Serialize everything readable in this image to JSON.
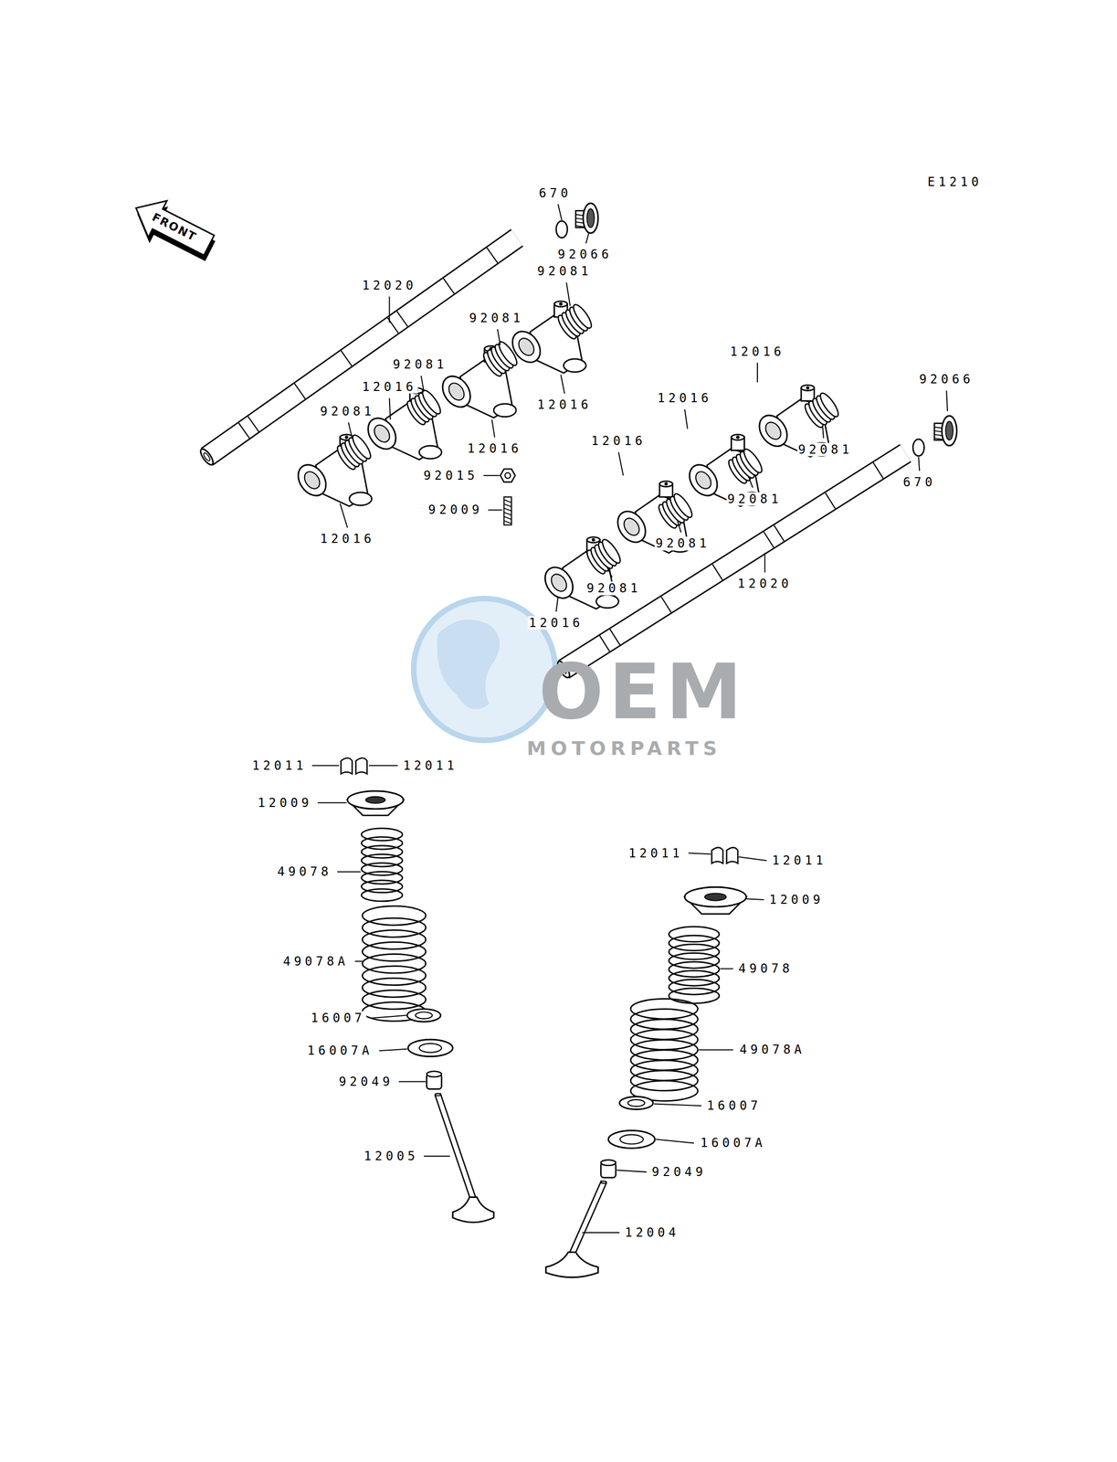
{
  "diagram": {
    "labels": [
      "E1210",
      "FRONT",
      "670",
      "92066",
      "12020",
      "92081",
      "92081",
      "92081",
      "12016",
      "92081",
      "92015",
      "92009",
      "12016",
      "12016",
      "12016",
      "12016",
      "92066",
      "12016",
      "12016",
      "92081",
      "670",
      "92081",
      "92081",
      "92081",
      "12020",
      "12016",
      "OEM",
      "MOTORPARTS",
      "12011",
      "12011",
      "12009",
      "49078",
      "49078A",
      "16007",
      "16007A",
      "92049",
      "12005",
      "12011",
      "12011",
      "12009",
      "49078",
      "49078A",
      "16007",
      "16007A",
      "92049",
      "12004"
    ]
  }
}
